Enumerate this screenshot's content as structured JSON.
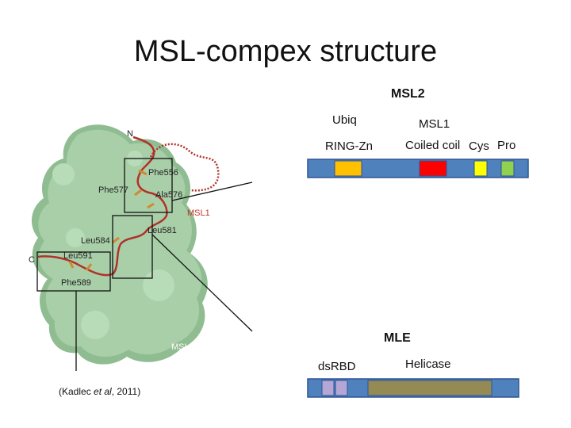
{
  "slide": {
    "title": "MSL-compex structure",
    "citation": {
      "prefix": "(Kadlec ",
      "etal": "et al",
      "suffix": ", 2011)"
    }
  },
  "structure": {
    "labels": {
      "n": "N",
      "c": "C",
      "phe556": "Phe556",
      "phe577": "Phe577",
      "ala576": "Ala576",
      "msl1": "MSL1",
      "leu581": "Leu581",
      "leu584": "Leu584",
      "leu591": "Leu591",
      "phe589": "Phe589",
      "msl3": "MSL3"
    },
    "colors": {
      "surface": "#a9cfa9",
      "surface_shadow": "#8fbc90",
      "chain": "#b0322a",
      "residue": "#d08a2e",
      "msl1_label": "#c0392b",
      "msl3_label": "#ffffff"
    }
  },
  "msl2": {
    "header": "MSL2",
    "labels": {
      "ubiq": "Ubiq",
      "msl1": "MSL1",
      "ring": "RING-Zn",
      "coiled": "Coiled coil",
      "cys": "Cys",
      "pro": "Pro"
    },
    "colors": {
      "bar": "#4f81bd",
      "ring": "#ffc000",
      "coiled": "#ff0000",
      "cys": "#ffff00",
      "pro": "#92d050",
      "outline": "#2f5496"
    }
  },
  "mle": {
    "header": "MLE",
    "labels": {
      "dsrbd": "dsRBD",
      "helicase": "Helicase"
    },
    "colors": {
      "bar": "#4f81bd",
      "dsrbd": "#b4a7d6",
      "helicase": "#948a54",
      "outline": "#2f5496"
    }
  }
}
